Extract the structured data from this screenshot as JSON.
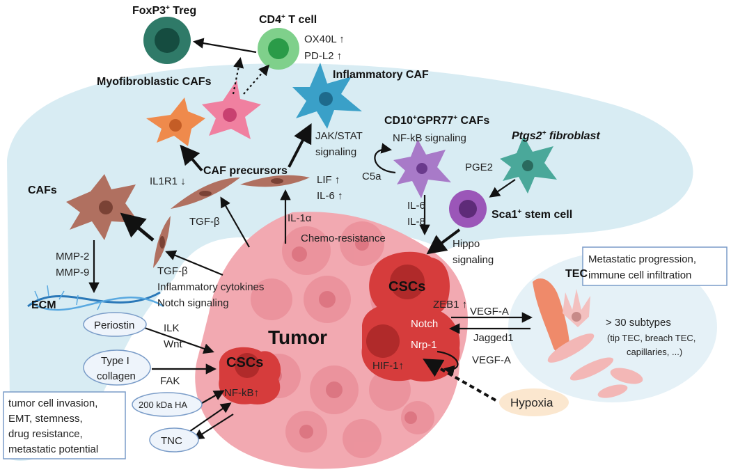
{
  "treg": {
    "label": "FoxP3",
    "sup": "+",
    "rest": " Treg"
  },
  "cd4": {
    "label": "CD4",
    "sup": "+",
    "rest": " T cell",
    "line1": "OX40L ↑",
    "line2": "PD-L2 ↑"
  },
  "myo_cafs": "Myofibroblastic CAFs",
  "inflam_caf": "Inflammatory CAF",
  "jak1": "JAK/STAT",
  "jak2": "signaling",
  "cd10": {
    "a": "CD10",
    "b": "GPR77",
    "c": " CAFs",
    "sup": "+"
  },
  "nfkb_sig": "NF-kB signaling",
  "ptgs2": {
    "a": "Ptgs2",
    "sup": "+",
    "b": " fibroblast"
  },
  "c5a": "C5a",
  "pge2": "PGE2",
  "cafs": "CAFs",
  "il1r1": "IL1R1 ↓",
  "caf_prec": "CAF precursors",
  "lif": "LIF ↑",
  "il6": "IL-6 ↑",
  "il6b": "IL-6",
  "il8": "IL-8",
  "sca1": {
    "a": "Sca1",
    "sup": "+",
    "b": " stem cell"
  },
  "tgfb1": "TGF-β",
  "il1a": "IL-1α",
  "chemo": "Chemo-resistance",
  "mmp2": "MMP-2",
  "mmp9": "MMP-9",
  "tgfb2": "TGF-β",
  "inflam_cyt": "Inflammatory cytokines",
  "notch_sig": "Notch signaling",
  "hippo1": "Hippo",
  "hippo2": "signaling",
  "csc_top": "CSCs",
  "zeb1": "ZEB1 ↑",
  "vegfa1": "VEGF-A",
  "notch": "Notch",
  "jagged": "Jagged1",
  "nrp": "Nrp-1",
  "vegfa2": "VEGF-A",
  "hif": "HIF-1↑",
  "tumor": "Tumor",
  "csc_left": "CSCs",
  "nfkb": "NF-kB↑",
  "ecm": "ECM",
  "periostin": "Periostin",
  "ilk": "ILK",
  "wnt": "Wnt",
  "type1a": "Type I",
  "type1b": "collagen",
  "fak": "FAK",
  "ha": "200 kDa HA",
  "tnc": "TNC",
  "hypoxia": "Hypoxia",
  "tec": "TEC",
  "meta1": "Metastatic progression,",
  "meta2": "immune cell infiltration",
  "subtypes": "> 30 subtypes",
  "sub1": "(tip TEC, breach TEC,",
  "sub2": "capillaries, ...)",
  "box1": "tumor cell invasion,",
  "box2": "EMT, stemness,",
  "box3": "drug resistance,",
  "box4": "metastatic potential"
}
